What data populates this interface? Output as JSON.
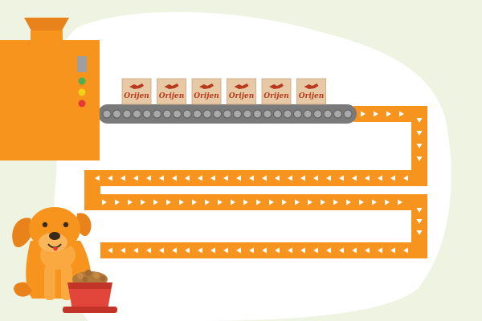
{
  "scene": {
    "background_color": "#eef3e2",
    "blob_color": "#ffffff",
    "machine_color": "#f7941d",
    "track_color": "#f7941d",
    "belt_color": "#7a7a7a",
    "box_color": "#e7c9a6",
    "box_logo_color": "#b83a1c",
    "indicator_lights": [
      "#4caf50",
      "#f2d21b",
      "#e53935"
    ],
    "boxes": [
      {
        "label": "Orijen"
      },
      {
        "label": "Orijen"
      },
      {
        "label": "Orijen"
      },
      {
        "label": "Orijen"
      },
      {
        "label": "Orijen"
      },
      {
        "label": "Orijen"
      }
    ],
    "icons": {
      "dog": "dog-icon",
      "food_bowl": "food-bowl-icon",
      "machine": "food-processing-machine",
      "hopper": "hopper-icon"
    }
  }
}
